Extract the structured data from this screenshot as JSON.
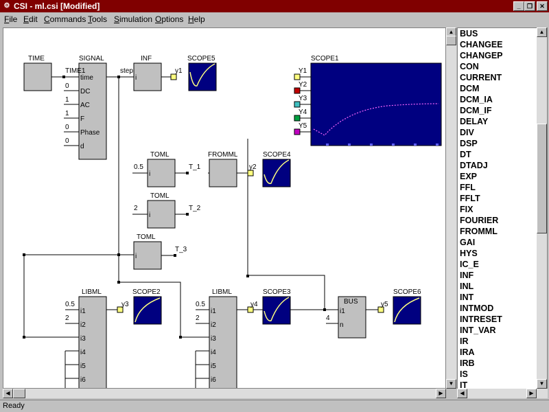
{
  "window": {
    "title": "CSI - ml.csi [Modified]",
    "minimize": "_",
    "maximize": "❐",
    "close": "✕"
  },
  "menu": [
    "File",
    "Edit",
    "Commands",
    "Tools",
    "Simulation",
    "Options",
    "Help"
  ],
  "status": "Ready",
  "blocks": {
    "time": "TIME",
    "signal": "SIGNAL",
    "inf": "INF",
    "scope5": "SCOPE5",
    "scope1": "SCOPE1",
    "toml1": "TOML",
    "fromml": "FROMML",
    "scope4": "SCOPE4",
    "toml2": "TOML",
    "toml3": "TOML",
    "libml1": "LIBML",
    "scope2": "SCOPE2",
    "libml2": "LIBML",
    "scope3": "SCOPE3",
    "bus": "BUS",
    "scope6": "SCOPE6"
  },
  "ports": {
    "signal": [
      "time",
      "DC",
      "AC",
      "F",
      "Phase",
      "d"
    ],
    "signal_values": [
      "0",
      "1",
      "1",
      "0",
      "0"
    ],
    "time_out": "TIME1",
    "inf_in": "i",
    "inf_step": "step",
    "y1": "y1",
    "y2": "y2",
    "y3": "y3",
    "y4": "y4",
    "y5": "y5",
    "scope1_inputs": [
      "Y1",
      "Y2",
      "Y3",
      "Y4",
      "Y5"
    ],
    "toml_in": "i",
    "toml1_val": "0.5",
    "toml1_out": "T_1",
    "toml2_val": "2",
    "toml2_out": "T_2",
    "toml3_out": "T_3",
    "lib_inputs": [
      "i1",
      "i2",
      "i3",
      "i4",
      "i5",
      "i6"
    ],
    "lib_val1": "0.5",
    "lib_val2": "2",
    "bus_inputs": [
      "i1",
      "n"
    ],
    "bus_val": "4"
  },
  "library": [
    "BUS",
    "CHANGEE",
    "CHANGEP",
    "CON",
    "CURRENT",
    "DCM",
    "DCM_IA",
    "DCM_IF",
    "DELAY",
    "DIV",
    "DSP",
    "DT",
    "DTADJ",
    "EXP",
    "FFL",
    "FFLT",
    "FIX",
    "FOURIER",
    "FROMML",
    "GAI",
    "HYS",
    "IC_E",
    "INF",
    "INL",
    "INT",
    "INTMOD",
    "INTRESET",
    "INT_VAR",
    "IR",
    "IRA",
    "IRB",
    "IS",
    "IT"
  ],
  "colors": {
    "title_bg": "#800000",
    "scope_bg": "#000080",
    "curve": "#ffff80",
    "block": "#c0c0c0"
  }
}
